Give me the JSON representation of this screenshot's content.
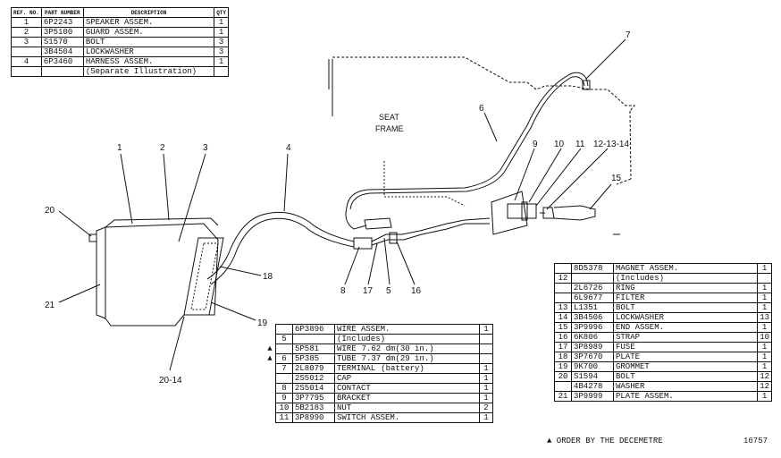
{
  "header": {
    "ref_no": "REF. NO.",
    "part_number": "PART NUMBER",
    "description": "DESCRIPTION",
    "qty": "QTY"
  },
  "table1": [
    {
      "ref": "1",
      "part": "6P2243",
      "desc": "SPEAKER ASSEM.",
      "qty": "1"
    },
    {
      "ref": "2",
      "part": "3P5100",
      "desc": "GUARD ASSEM.",
      "qty": "1"
    },
    {
      "ref": "3",
      "part": "S1570",
      "desc": "BOLT",
      "qty": "3"
    },
    {
      "ref": "",
      "part": "3B4504",
      "desc": "LOCKWASHER",
      "qty": "3"
    },
    {
      "ref": "4",
      "part": "6P3460",
      "desc": "HARNESS ASSEM.",
      "qty": "1"
    },
    {
      "ref": "",
      "part": "",
      "desc": "(Separate Illustration)",
      "qty": ""
    }
  ],
  "table2": [
    {
      "mark": "",
      "ref": "",
      "part": "6P3896",
      "desc": "WIRE ASSEM.",
      "qty": "1"
    },
    {
      "mark": "",
      "ref": "5",
      "part": "",
      "desc": "(Includes)",
      "qty": ""
    },
    {
      "mark": "▲",
      "ref": "",
      "part": "5P581",
      "desc": "WIRE",
      "note": "7.62 dm(30 in.)",
      "qty": ""
    },
    {
      "mark": "▲",
      "ref": "6",
      "part": "5P385",
      "desc": "TUBE",
      "note": "7.37 dm(29 in.)",
      "qty": ""
    },
    {
      "mark": "",
      "ref": "7",
      "part": "2L8079",
      "desc": "TERMINAL",
      "note": "(battery)",
      "qty": "1"
    },
    {
      "mark": "",
      "ref": "",
      "part": "2S5012",
      "desc": "CAP",
      "qty": "1"
    },
    {
      "mark": "",
      "ref": "8",
      "part": "2S5014",
      "desc": "CONTACT",
      "qty": "1"
    },
    {
      "mark": "",
      "ref": "9",
      "part": "3P7795",
      "desc": "BRACKET",
      "qty": "1"
    },
    {
      "mark": "",
      "ref": "10",
      "part": "5B2183",
      "desc": "NUT",
      "qty": "2"
    },
    {
      "mark": "",
      "ref": "11",
      "part": "3P8990",
      "desc": "SWITCH ASSEM.",
      "qty": "1"
    }
  ],
  "table3": [
    {
      "ref": "",
      "part": "8D5378",
      "desc": "MAGNET ASSEM.",
      "qty": "1"
    },
    {
      "ref": "12",
      "part": "",
      "desc": "(Includes)",
      "qty": ""
    },
    {
      "ref": "",
      "part": "2L6726",
      "desc": "RING",
      "qty": "1"
    },
    {
      "ref": "",
      "part": "6L9677",
      "desc": "FILTER",
      "qty": "1"
    },
    {
      "ref": "13",
      "part": "L1351",
      "desc": "BOLT",
      "qty": "1"
    },
    {
      "ref": "14",
      "part": "3B4506",
      "desc": "LOCKWASHER",
      "qty": "13"
    },
    {
      "ref": "15",
      "part": "3P9996",
      "desc": "END ASSEM.",
      "qty": "1"
    },
    {
      "ref": "16",
      "part": "6K806",
      "desc": "STRAP",
      "qty": "10"
    },
    {
      "ref": "17",
      "part": "3P8989",
      "desc": "FUSE",
      "qty": "1"
    },
    {
      "ref": "18",
      "part": "3P7670",
      "desc": "PLATE",
      "qty": "1"
    },
    {
      "ref": "19",
      "part": "9K700",
      "desc": "GROMMET",
      "qty": "1"
    },
    {
      "ref": "20",
      "part": "S1594",
      "desc": "BOLT",
      "qty": "12"
    },
    {
      "ref": "",
      "part": "4B4278",
      "desc": "WASHER",
      "qty": "12"
    },
    {
      "ref": "21",
      "part": "3P9999",
      "desc": "PLATE ASSEM.",
      "qty": "1"
    }
  ],
  "labels": {
    "seat_frame_1": "SEAT",
    "seat_frame_2": "FRAME",
    "order_note": "▲ ORDER BY THE DECEMETRE",
    "figure_no": "16757"
  },
  "callouts": [
    "1",
    "2",
    "3",
    "4",
    "5",
    "6",
    "7",
    "8",
    "9",
    "10",
    "11",
    "12-13-14",
    "15",
    "16",
    "17",
    "18",
    "19",
    "20",
    "21",
    "20-14"
  ]
}
